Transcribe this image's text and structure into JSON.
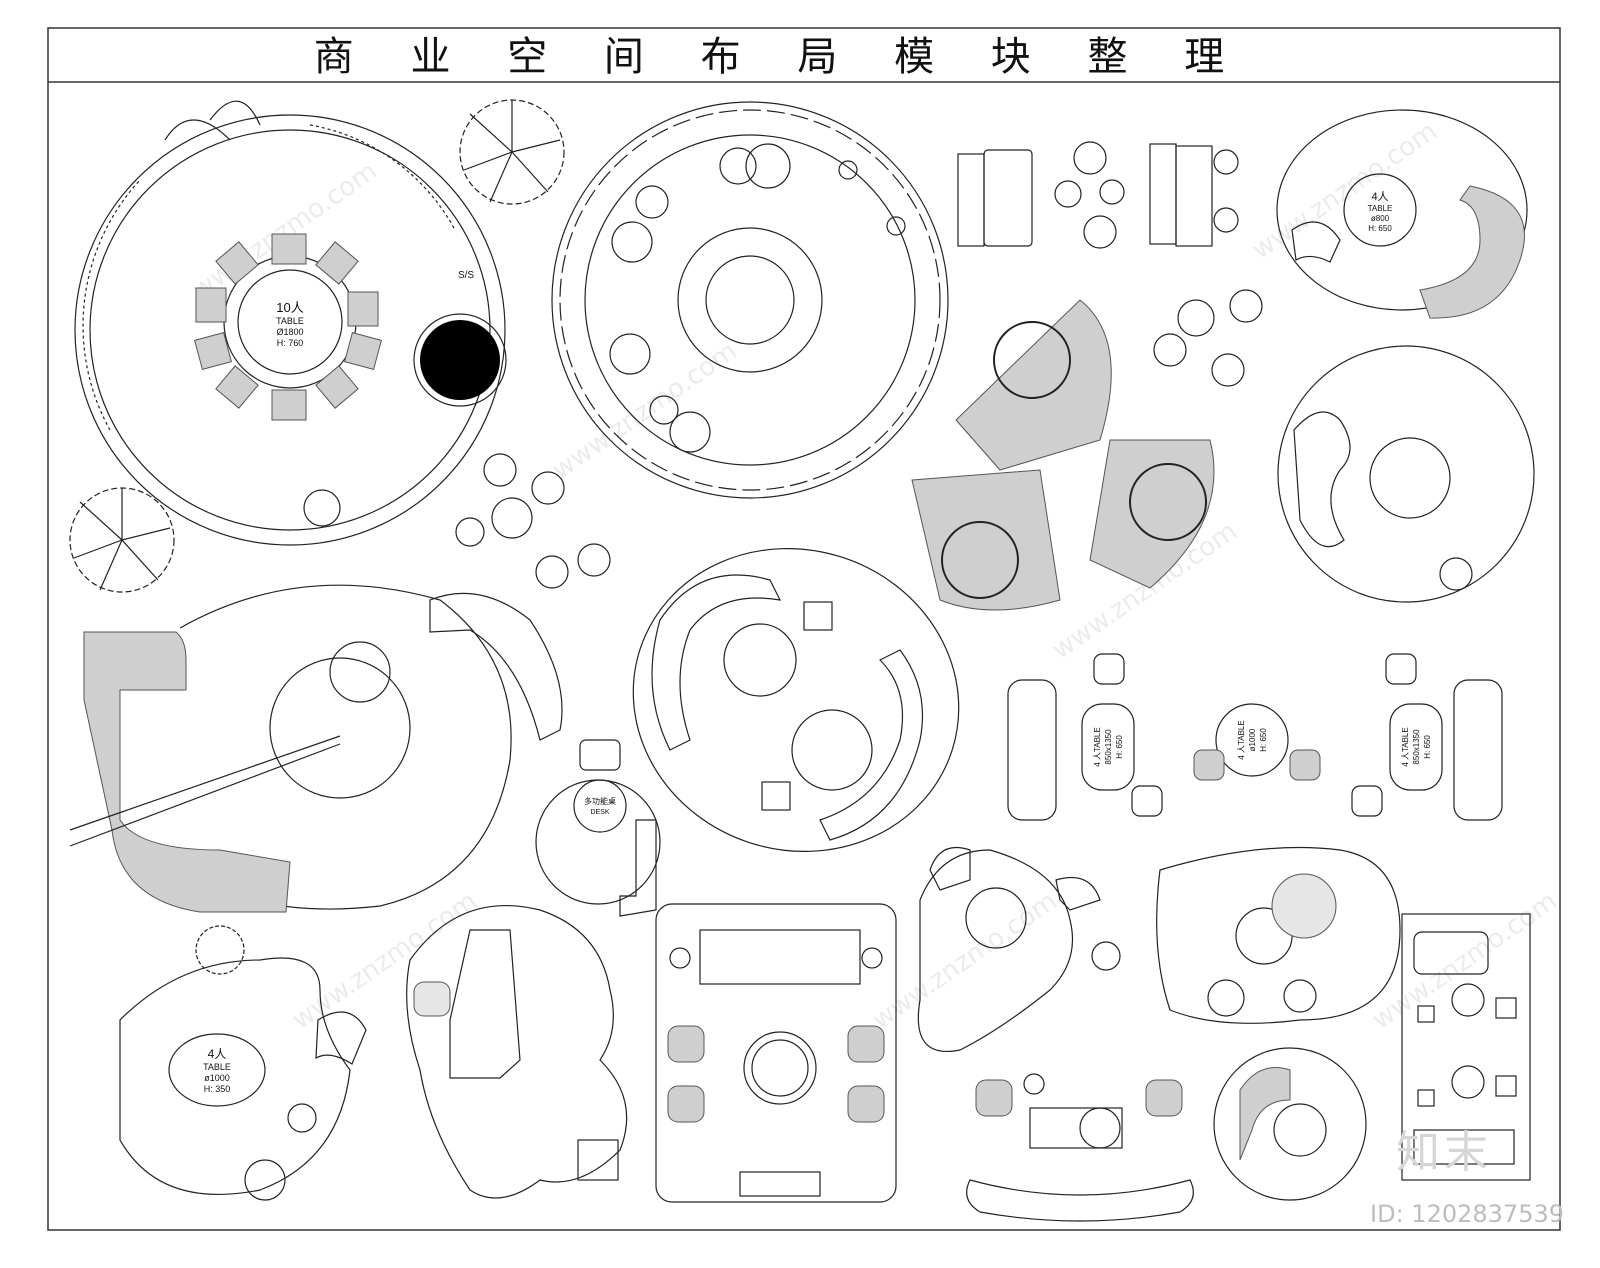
{
  "title": "商 业 空 间 布 局 模 块 整 理",
  "watermark": "www.znzmo.com",
  "footer": {
    "brand": "知末",
    "id": "ID: 1202837539"
  },
  "labels": {
    "ten_person": "10人",
    "ten_table": "TABLE",
    "ten_size": "Ø1800",
    "ten_height": "H: 760",
    "ss": "S/S",
    "four_800_title": "4人",
    "four_800_table": "TABLE",
    "four_800_size": "ø800",
    "four_800_height": "H: 650",
    "four_table_a": "4 人TABLE",
    "four_table_a_size": "850x1350",
    "four_table_a_h": "H: 650",
    "four_table_round": "4 人TABLE",
    "four_table_round_size": "ø1000",
    "four_table_round_h": "H: 650",
    "four_table_b": "4 人TABLE",
    "four_table_b_size": "850x1350",
    "four_table_b_h": "H: 650",
    "desk_cn": "多功能桌",
    "desk_en": "DESK",
    "four_1000_title": "4人",
    "four_1000_table": "TABLE",
    "four_1000_size": "ø1000",
    "four_1000_height": "H: 350"
  },
  "colors": {
    "line": "#222222",
    "fill_grey": "#cfcfcf",
    "fill_light": "#e6e6e6",
    "black": "#000000"
  }
}
